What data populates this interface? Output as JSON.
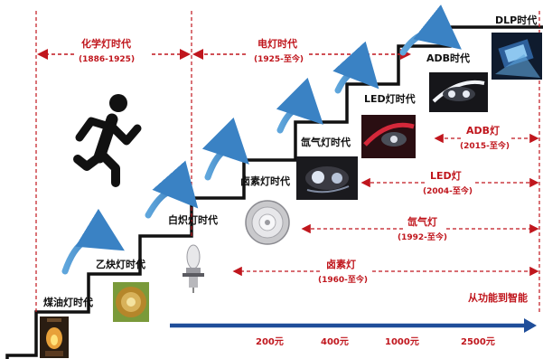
{
  "eras": {
    "chemical": {
      "title": "化学灯时代",
      "years": "(1886-1925)"
    },
    "electric": {
      "title": "电灯时代",
      "years": "(1925-至今)"
    }
  },
  "steps": [
    {
      "label": "煤油灯时代"
    },
    {
      "label": "乙炔灯时代"
    },
    {
      "label": "白炽灯时代"
    },
    {
      "label": "卤素灯时代"
    },
    {
      "label": "氙气灯时代"
    },
    {
      "label": "LED灯时代"
    },
    {
      "label": "ADB时代"
    },
    {
      "label": "DLP时代"
    }
  ],
  "ranges": [
    {
      "title": "ADB灯",
      "years": "(2015-至今)"
    },
    {
      "title": "LED灯",
      "years": "(2004-至今)"
    },
    {
      "title": "氙气灯",
      "years": "(1992-至今)"
    },
    {
      "title": "卤素灯",
      "years": "(1960-至今)"
    }
  ],
  "trend_label": "从功能到智能",
  "prices": [
    "200元",
    "400元",
    "1000元",
    "2500元"
  ],
  "icons": [
    "running-person-icon",
    "kerosene-lamp-image",
    "acetylene-lamp-image",
    "incandescent-bulb-image",
    "halogen-reflector-image",
    "xenon-headlight-image",
    "led-headlight-image",
    "adb-headlight-image",
    "dlp-headlight-image"
  ],
  "colors": {
    "accent_red": "#c0161d",
    "arrow_blue": "#1f4e9a",
    "curve_blue": "#3a82c4",
    "step_black": "#111111"
  }
}
